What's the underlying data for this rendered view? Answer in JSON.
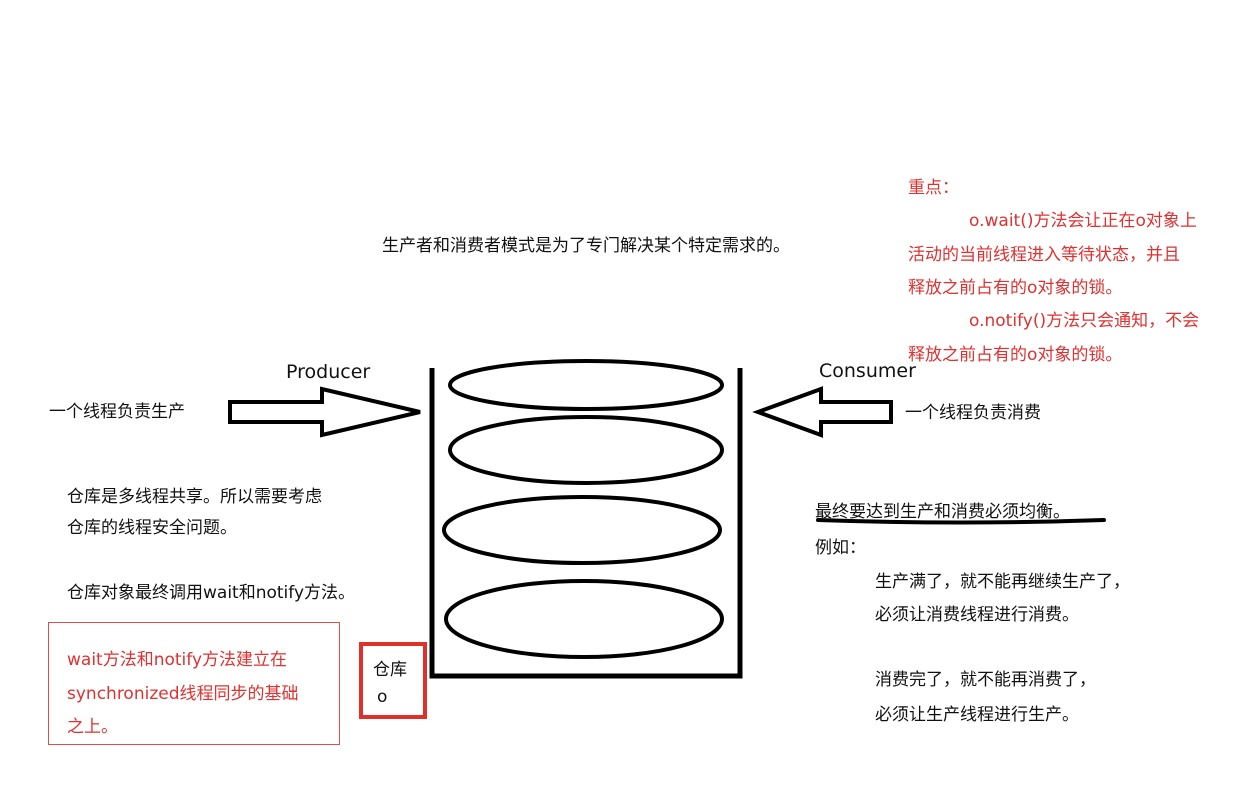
{
  "texts": {
    "title": "生产者和消费者模式是为了专门解决某个特定需求的。",
    "producer_label": "Producer",
    "consumer_label": "Consumer",
    "producer_desc": "一个线程负责生产",
    "consumer_desc": "一个线程负责消费",
    "warehouse_shared_1": "仓库是多线程共享。所以需要考虑",
    "warehouse_shared_2": "仓库的线程安全问题。",
    "warehouse_methods": "仓库对象最终调用wait和notify方法。",
    "sync_note": [
      "wait方法和notify方法建立在",
      "synchronized线程同步的基础",
      "之上。"
    ],
    "warehouse_label_1": "仓库",
    "warehouse_label_2": "o",
    "balance": "最终要达到生产和消费必须均衡。",
    "example": "例如：",
    "example_full_1": "生产满了，就不能再继续生产了，",
    "example_full_2": "必须让消费线程进行消费。",
    "example_empty_1": "消费完了，就不能再消费了，",
    "example_empty_2": "必须让生产线程进行生产。"
  },
  "key_points": {
    "heading": "重点：",
    "lines": [
      "o.wait()方法会让正在o对象上",
      "活动的当前线程进入等待状态，并且",
      "释放之前占有的o对象的锁。",
      "o.notify()方法只会通知，不会",
      "释放之前占有的o对象的锁。"
    ]
  },
  "colors": {
    "text": "#111111",
    "accent_red": "#e03030",
    "border_red": "#e0302a"
  }
}
